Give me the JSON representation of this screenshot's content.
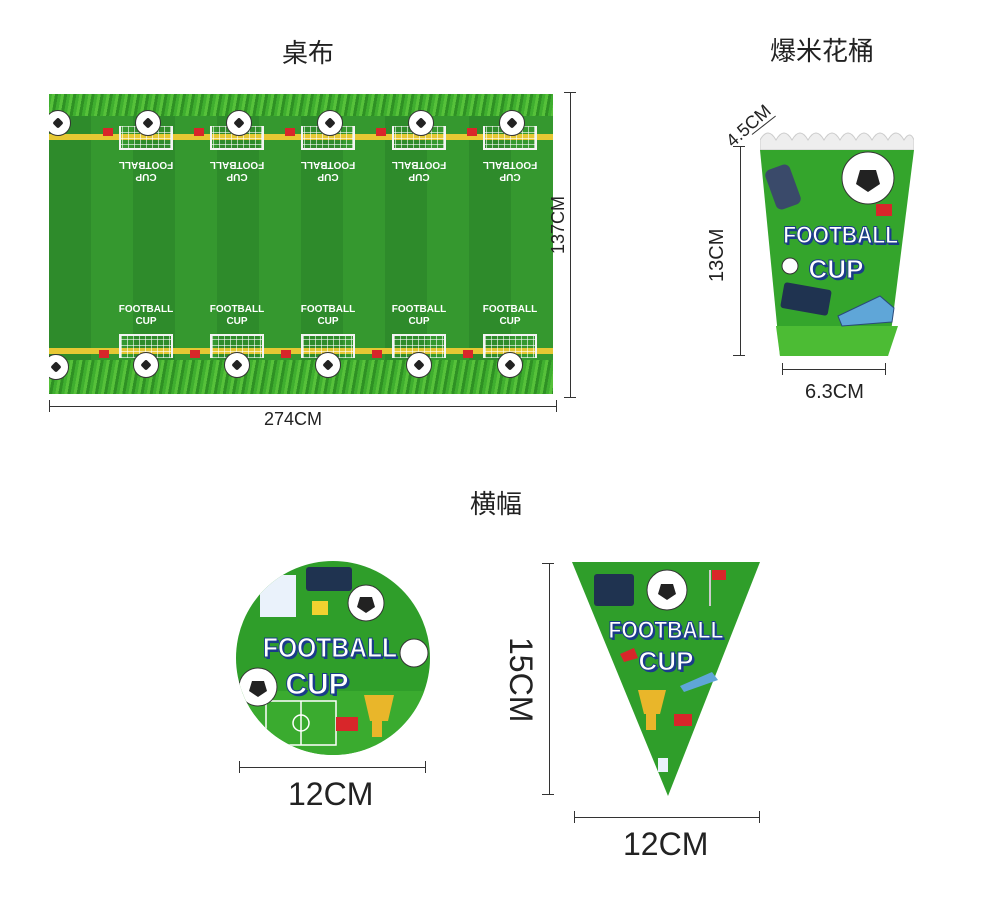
{
  "tablecloth": {
    "title": "桌布",
    "width_label": "274CM",
    "height_label": "137CM",
    "label_line1": "FOOTBALL",
    "label_line2": "CUP"
  },
  "popcorn": {
    "title": "爆米花桶",
    "depth_label": "4.5CM",
    "height_label": "13CM",
    "width_label": "6.3CM",
    "line1": "FOOTBALL",
    "line2": "CUP"
  },
  "banner": {
    "title": "横幅",
    "plate_width_label": "12CM",
    "pennant_height_label": "15CM",
    "pennant_width_label": "12CM",
    "line1": "FOOTBALL",
    "line2": "CUP"
  },
  "colors": {
    "field_green": "#2f9e2a",
    "text_blue": "#1a3b8a",
    "accent_yellow": "#e6c833",
    "flag_red": "#d8262a"
  }
}
